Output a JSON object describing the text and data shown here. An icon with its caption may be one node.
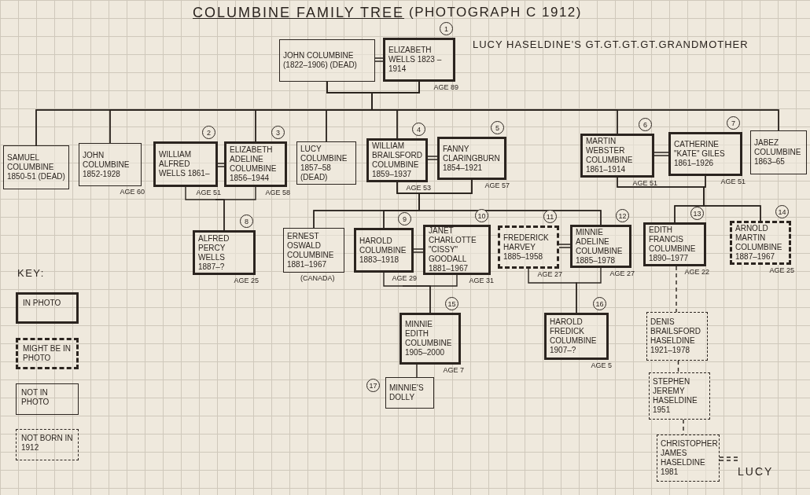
{
  "diagram": {
    "title": "COLUMBINE FAMILY TREE",
    "nodes": [
      {
        "text": [
          "JOHN COLUMBINE (1822–1906) (DEAD)"
        ]
      },
      {
        "text": [
          "ELIZABETH WELLS 1823 – 1914"
        ],
        "beside": [
          "1",
          "LUCY HASELDINE'S GT.GT.GT.GT.GRANDMOTHER",
          "AGE 89"
        ]
      },
      {
        "text": [
          "SAMUEL COLUMBINE 1850-51 (DEAD)"
        ]
      },
      {
        "text": [
          "JOHN COLUMBINE 1852-1928"
        ],
        "beside": [
          "AGE 60"
        ]
      },
      {
        "text": [
          "WILLIAM ALFRED WELLS 1861–"
        ],
        "beside": [
          "2",
          "AGE 51"
        ]
      },
      {
        "text": [
          "ELIZABETH ADELINE COLUMBINE 1856–1944"
        ],
        "beside": [
          "3",
          "AGE 58"
        ]
      },
      {
        "text": [
          "LUCY COLUMBINE 1857–58 (DEAD)"
        ]
      },
      {
        "text": [
          "WILLIAM BRAILSFORD COLUMBINE 1859–1937"
        ],
        "beside": [
          "4",
          "AGE 53"
        ]
      },
      {
        "text": [
          "FANNY CLARINGBURN 1854–1921"
        ],
        "beside": [
          "5",
          "AGE 57"
        ]
      },
      {
        "text": [
          "MARTIN WEBSTER COLUMBINE 1861–1914"
        ],
        "beside": [
          "6",
          "AGE 51"
        ]
      },
      {
        "text": [
          "CATHERINE \"KATE\" GILES 1861–1926"
        ],
        "beside": [
          "7",
          "AGE 51"
        ]
      },
      {
        "text": [
          "JABEZ COLUMBINE 1863–65"
        ]
      },
      {
        "text": [
          "ALFRED PERCY WELLS 1887–?"
        ],
        "beside": [
          "8",
          "AGE 25"
        ]
      },
      {
        "text": [
          "ERNEST OSWALD COLUMBINE 1881–1967"
        ],
        "beside": [
          "(CANADA)"
        ]
      },
      {
        "text": [
          "HAROLD COLUMBINE 1883–1918"
        ],
        "beside": [
          "9",
          "AGE 29"
        ]
      },
      {
        "text": [
          "JANET CHARLOTTE \"CISSY\" GOODALL 1881–1967"
        ],
        "beside": [
          "10",
          "AGE 31"
        ]
      },
      {
        "text": [
          "FREDERICK HARVEY 1885–1958"
        ],
        "beside": [
          "11",
          "AGE 27"
        ]
      },
      {
        "text": [
          "MINNIE ADELINE COLUMBINE 1885–1978"
        ],
        "beside": [
          "12",
          "AGE 27"
        ]
      },
      {
        "text": [
          "EDITH FRANCIS COLUMBINE 1890–1977"
        ],
        "beside": [
          "13",
          "AGE 22"
        ]
      },
      {
        "text": [
          "ARNOLD MARTIN COLUMBINE 1887–1967"
        ],
        "beside": [
          "14",
          "AGE 25"
        ]
      },
      {
        "text": [
          "MINNIE EDITH COLUMBINE 1905–2000"
        ],
        "beside": [
          "15",
          "AGE 7"
        ]
      },
      {
        "text": [
          "HAROLD FREDICK COLUMBINE 1907–?"
        ],
        "beside": [
          "16",
          "AGE 5"
        ]
      },
      {
        "text": [
          "DENIS BRAILSFORD HASELDINE 1921–1978"
        ]
      },
      {
        "text": [
          "STEPHEN JEREMY HASELDINE 1951"
        ]
      },
      {
        "text": [
          "CHRISTOPHER JAMES HASELDINE 1981"
        ]
      },
      {
        "text": [
          "MINNIE'S DOLLY"
        ],
        "beside": [
          "17"
        ]
      },
      {
        "text": [
          "LUCY"
        ]
      }
    ],
    "edges": [
      {
        "from": 0,
        "to": 1,
        "arrow": "none"
      },
      {
        "from": 0,
        "to": 2,
        "arrow": "none"
      },
      {
        "from": 1,
        "to": 2,
        "arrow": "none"
      },
      {
        "from": 0,
        "to": 3,
        "arrow": "none"
      },
      {
        "from": 1,
        "to": 3,
        "arrow": "none"
      },
      {
        "from": 0,
        "to": 5,
        "arrow": "none"
      },
      {
        "from": 1,
        "to": 5,
        "arrow": "none"
      },
      {
        "from": 0,
        "to": 6,
        "arrow": "none"
      },
      {
        "from": 1,
        "to": 6,
        "arrow": "none"
      },
      {
        "from": 0,
        "to": 7,
        "arrow": "none"
      },
      {
        "from": 1,
        "to": 7,
        "arrow": "none"
      },
      {
        "from": 0,
        "to": 9,
        "arrow": "none"
      },
      {
        "from": 1,
        "to": 9,
        "arrow": "none"
      },
      {
        "from": 0,
        "to": 11,
        "arrow": "none"
      },
      {
        "from": 1,
        "to": 11,
        "arrow": "none"
      },
      {
        "from": 4,
        "to": 5,
        "arrow": "none"
      },
      {
        "from": 7,
        "to": 8,
        "arrow": "none"
      },
      {
        "from": 9,
        "to": 10,
        "arrow": "none"
      },
      {
        "from": 4,
        "to": 12,
        "arrow": "none"
      },
      {
        "from": 5,
        "to": 12,
        "arrow": "none"
      },
      {
        "from": 7,
        "to": 13,
        "arrow": "none"
      },
      {
        "from": 8,
        "to": 13,
        "arrow": "none"
      },
      {
        "from": 7,
        "to": 14,
        "arrow": "none"
      },
      {
        "from": 8,
        "to": 14,
        "arrow": "none"
      },
      {
        "from": 7,
        "to": 17,
        "arrow": "none"
      },
      {
        "from": 8,
        "to": 17,
        "arrow": "none"
      },
      {
        "from": 9,
        "to": 18,
        "arrow": "none"
      },
      {
        "from": 10,
        "to": 18,
        "arrow": "none"
      },
      {
        "from": 9,
        "to": 19,
        "arrow": "none"
      },
      {
        "from": 10,
        "to": 19,
        "arrow": "none"
      },
      {
        "from": 14,
        "to": 15,
        "arrow": "none"
      },
      {
        "from": 16,
        "to": 17,
        "arrow": "none"
      },
      {
        "from": 14,
        "to": 20,
        "arrow": "none"
      },
      {
        "from": 15,
        "to": 20,
        "arrow": "none"
      },
      {
        "from": 16,
        "to": 21,
        "arrow": "none"
      },
      {
        "from": 17,
        "to": 21,
        "arrow": "none"
      },
      {
        "from": 18,
        "to": 22,
        "arrow": "none",
        "style": "dashed"
      },
      {
        "from": 22,
        "to": 23,
        "arrow": "none",
        "style": "dashed"
      },
      {
        "from": 23,
        "to": 24,
        "arrow": "none",
        "style": "dashed"
      },
      {
        "from": 24,
        "to": 26,
        "arrow": "none",
        "style": "dashed"
      },
      {
        "from": 20,
        "to": 25,
        "arrow": "none"
      }
    ],
    "labels": [
      "(PHOTOGRAPH C 1912)",
      "KEY:"
    ],
    "legend": [
      {
        "text": "IN PHOTO"
      },
      {
        "text": "MIGHT BE IN PHOTO"
      },
      {
        "text": "NOT IN PHOTO"
      },
      {
        "text": "NOT BORN IN 1912"
      }
    ]
  }
}
